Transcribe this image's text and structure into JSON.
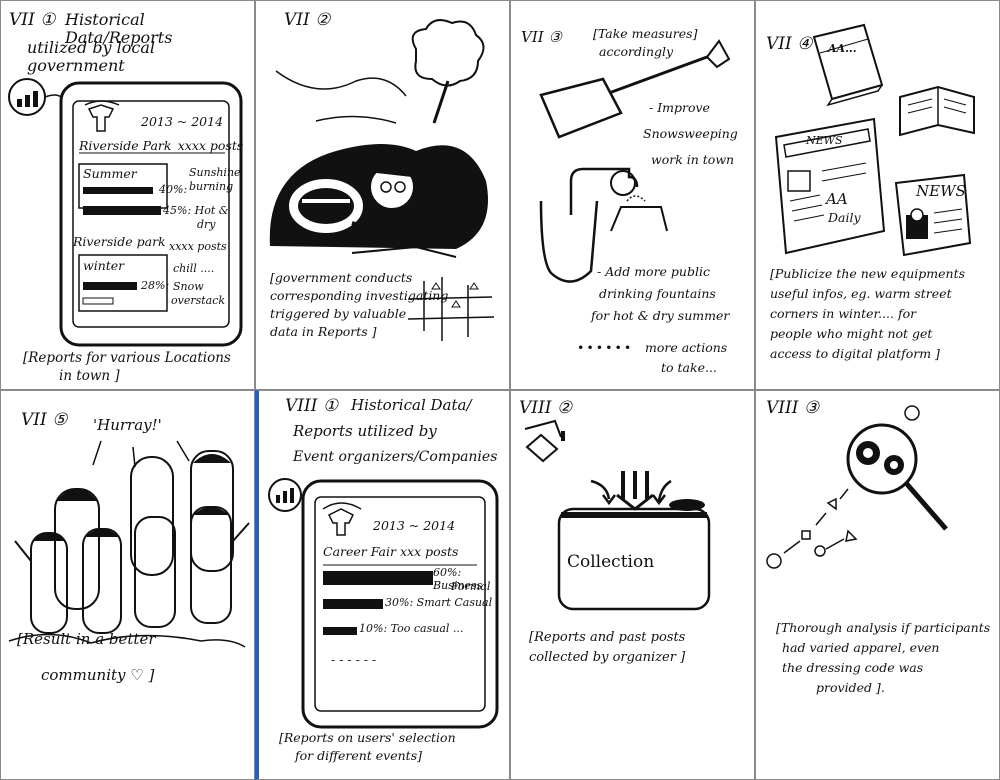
{
  "p1": {
    "label": "VII ①",
    "title_line1": "Historical Data/Reports",
    "title_line2": "utilized by local government",
    "years": "2013 ~ 2014",
    "sec1_title": "Riverside Park_xxxx posts",
    "sec1_season": "Summer",
    "sec1_bar1_pct": "40%:",
    "sec1_bar1_text1": "Sunshine",
    "sec1_bar1_text2": "burning",
    "sec1_bar2_text1": "45%: Hot &",
    "sec1_bar2_text2": "dry",
    "sec2_title": "Riverside park",
    "sec2_posts": "xxxx posts",
    "sec2_season": "winter",
    "sec2_bar1_pct": "28%:",
    "sec2_bar1_text1": "chill ....",
    "sec2_bar1_text2": "Snow",
    "sec2_bar1_text3": "overstack",
    "caption_line1": "[Reports for various Locations",
    "caption_line2": "in town ]"
  },
  "p2": {
    "label": "VII ②",
    "caption_line1": "[government conducts",
    "caption_line2": "corresponding investigating",
    "caption_line3": "triggered by valuable",
    "caption_line4": "data in Reports ]"
  },
  "p3": {
    "label": "VII ③",
    "title_line1": "[Take measures]",
    "title_line2": "accordingly",
    "note1_line1": "- Improve",
    "note1_line2": "Snowsweeping",
    "note1_line3": "work in town",
    "note2_line1": "- Add more public",
    "note2_line2": "drinking fountains",
    "note2_line3": "for hot & dry summer",
    "dots": "••••••",
    "note3_line1": "more actions",
    "note3_line2": "to take..."
  },
  "p4": {
    "label": "VII ④",
    "book_text": "AA...",
    "news_header": "NEWS",
    "paper_text1": "AA",
    "paper_text2": "Daily",
    "news2_text": "NEWS",
    "caption_line1": "[Publicize the new equipments",
    "caption_line2": "useful infos, eg. warm street",
    "caption_line3": "corners in winter.... for",
    "caption_line4": "people who might not get",
    "caption_line5": "access to digital platform ]"
  },
  "p5": {
    "label": "VII ⑤",
    "shout": "'Hurray!'",
    "caption_line1": "[Result in a better",
    "caption_line2": "community ♡ ]"
  },
  "p6": {
    "label": "VIII ①",
    "title_line1": "Historical Data/",
    "title_line2": "Reports utilized by",
    "title_line3": "Event organizers/Companies",
    "years": "2013 ~ 2014",
    "event": "Career Fair xxx posts",
    "bar1_text1": "60%: Business",
    "bar1_text2": "Formal",
    "bar2_text": "30%: Smart Casual",
    "bar3_text": "10%: Too casual ...",
    "dashes": "- - - - - -",
    "caption_line1": "[Reports on users' selection",
    "caption_line2": "for different events]"
  },
  "p7": {
    "label": "VIII ②",
    "collection": "Collection",
    "caption_line1": "[Reports and past posts",
    "caption_line2": "collected by organizer ]"
  },
  "p8": {
    "label": "VIII ③",
    "caption_line1": "[Thorough analysis if participants",
    "caption_line2": "had varied apparel, even",
    "caption_line3": "the dressing code was",
    "caption_line4": "provided ]."
  }
}
